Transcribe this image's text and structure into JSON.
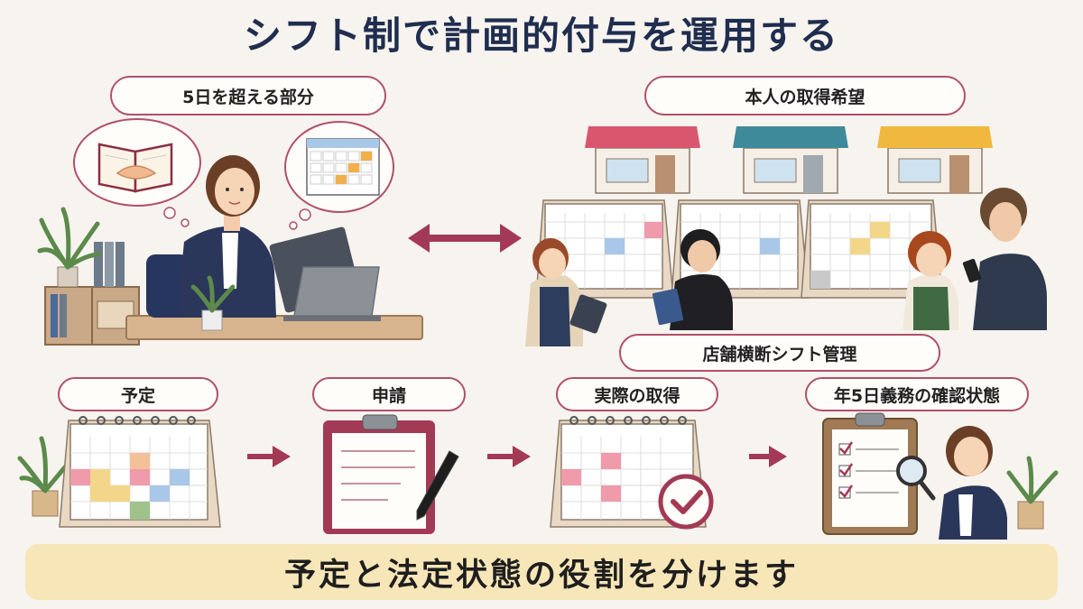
{
  "title": "シフト制で計画的付与を運用する",
  "labels": {
    "over5": "5日を超える部分",
    "request_own": "本人の取得希望",
    "cross_store": "店舗横断シフト管理",
    "plan": "予定",
    "apply": "申請",
    "actual": "実際の取得",
    "confirm": "年5日義務の確認状態"
  },
  "footer": "予定と法定状態の役割を分けます",
  "colors": {
    "accent": "#b0506a",
    "title": "#1f2d4f",
    "footer_bg": "#f7e6b8",
    "cal_orange": "#f1b04c",
    "cal_pink": "#ef9bab",
    "cal_blue": "#a9c7e8",
    "cal_green": "#9fc28b",
    "cal_yellow": "#f3d68a"
  },
  "icons": [
    "handshake-icon",
    "book-icon",
    "calendar-icon",
    "storefront-icon",
    "clipboard-icon",
    "pen-icon",
    "checkmark-icon",
    "magnifier-icon",
    "plant-icon",
    "laptop-icon",
    "arrow-icon"
  ]
}
